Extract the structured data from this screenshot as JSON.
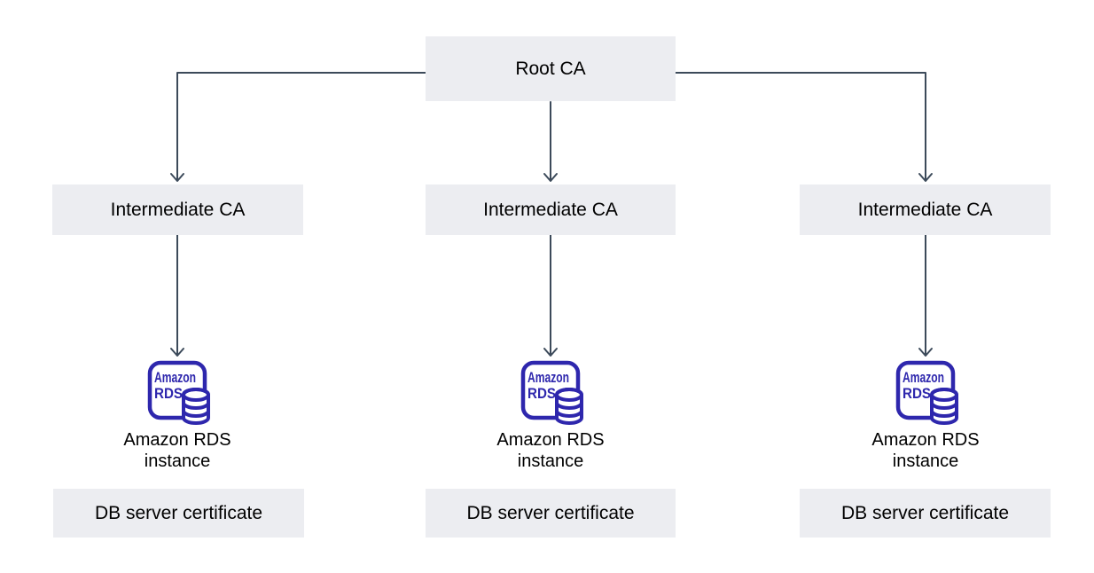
{
  "colors": {
    "box_bg": "#ECEDF1",
    "line_color": "#3C4A5A",
    "icon_color": "#2E27AD",
    "text_color": "#000000",
    "canvas_bg": "#FFFFFF"
  },
  "diagram": {
    "root": {
      "label": "Root CA"
    },
    "icon_name": "amazon-rds-icon",
    "columns": [
      {
        "intermediate_label": "Intermediate CA",
        "icon_text_line1": "Amazon",
        "icon_text_line2": "RDS",
        "instance_label_line1": "Amazon RDS",
        "instance_label_line2": "instance",
        "certificate_label": "DB server certificate"
      },
      {
        "intermediate_label": "Intermediate CA",
        "icon_text_line1": "Amazon",
        "icon_text_line2": "RDS",
        "instance_label_line1": "Amazon RDS",
        "instance_label_line2": "instance",
        "certificate_label": "DB server certificate"
      },
      {
        "intermediate_label": "Intermediate CA",
        "icon_text_line1": "Amazon",
        "icon_text_line2": "RDS",
        "instance_label_line1": "Amazon RDS",
        "instance_label_line2": "instance",
        "certificate_label": "DB server certificate"
      }
    ]
  }
}
